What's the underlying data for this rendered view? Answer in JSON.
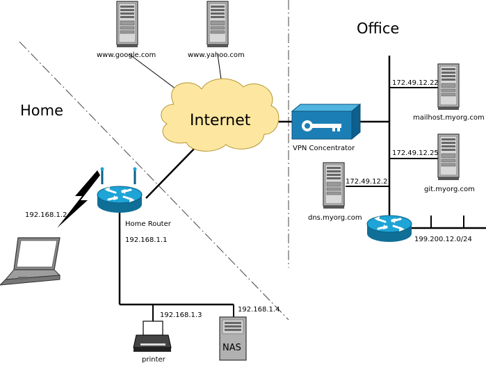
{
  "zones": {
    "home": "Home",
    "office": "Office"
  },
  "internet": {
    "label": "Internet"
  },
  "servers": {
    "google": "www.google.com",
    "yahoo": "www.yahoo.com",
    "mailhost": "mailhost.myorg.com",
    "git": "git.myorg.com",
    "dns": "dns.myorg.com"
  },
  "vpn": {
    "label": "VPN Concentrator"
  },
  "home_router": {
    "label": "Home Router",
    "ip": "192.168.1.1"
  },
  "laptop": {
    "ip": "192.168.1.2"
  },
  "printer": {
    "label": "printer",
    "ip": "192.168.1.3"
  },
  "nas": {
    "label": "NAS",
    "ip": "192.168.1.4"
  },
  "office_ips": {
    "mailhost": "172.49.12.22",
    "git": "172.49.12.25",
    "dns": "172.49.12.2"
  },
  "office_router": {
    "network": "199.200.12.0/24"
  },
  "colors": {
    "cloud": "#fde7a0",
    "router": "#1e9fd0",
    "vpn": "#1b7fb6",
    "server": "#b0b0b0"
  }
}
